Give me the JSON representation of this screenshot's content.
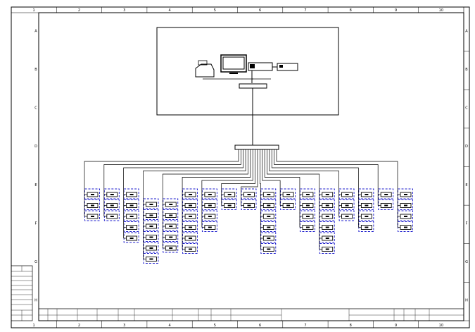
{
  "sheet": {
    "column_labels": [
      "1",
      "2",
      "3",
      "4",
      "5",
      "6",
      "7",
      "8",
      "9",
      "10"
    ],
    "row_labels": [
      "A",
      "B",
      "C",
      "D",
      "E",
      "F",
      "G",
      "H"
    ]
  },
  "control_room": {
    "devices": [
      "printer-icon",
      "monitor-icon",
      "host-icon",
      "ups-icon",
      "switch-icon"
    ]
  },
  "bus": {
    "hub": "junction-box"
  },
  "branches": [
    {
      "modules": 3
    },
    {
      "modules": 3
    },
    {
      "modules": 5
    },
    {
      "modules": 6
    },
    {
      "modules": 5
    },
    {
      "modules": 6
    },
    {
      "modules": 4
    },
    {
      "modules": 2
    },
    {
      "modules": 2
    },
    {
      "modules": 6
    },
    {
      "modules": 2
    },
    {
      "modules": 4
    },
    {
      "modules": 6
    },
    {
      "modules": 3
    },
    {
      "modules": 4
    },
    {
      "modules": 2
    },
    {
      "modules": 4
    }
  ],
  "colors": {
    "line": "#000000",
    "dashed_group": "#1a1acc"
  }
}
